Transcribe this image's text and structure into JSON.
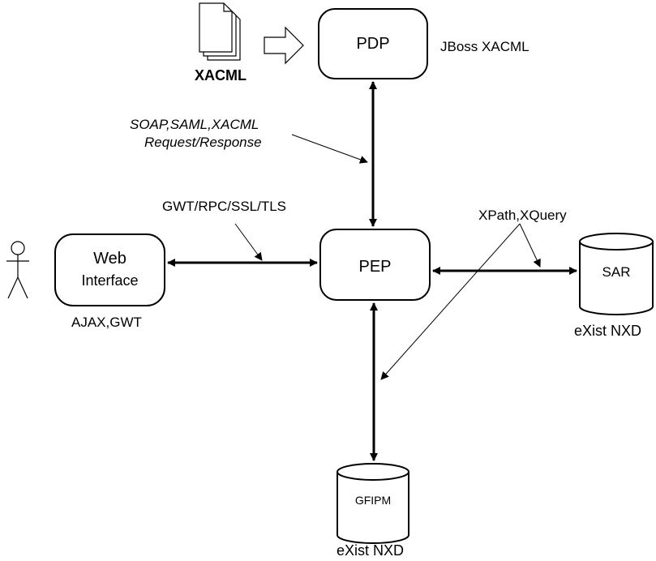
{
  "diagram": {
    "nodes": {
      "pdp": {
        "label": "PDP",
        "caption": "JBoss XACML"
      },
      "pep": {
        "label": "PEP"
      },
      "web": {
        "label_line1": "Web",
        "label_line2": "Interface",
        "caption": "AJAX,GWT"
      },
      "sar": {
        "label": "SAR",
        "caption": "eXist NXD"
      },
      "gfipm": {
        "label": "GFIPM",
        "caption": "eXist NXD"
      },
      "xacml_docs": {
        "caption": "XACML"
      }
    },
    "edges": {
      "pdp_pep": {
        "label_line1": "SOAP,SAML,XACML",
        "label_line2": "Request/Response"
      },
      "web_pep": {
        "label": "GWT/RPC/SSL/TLS"
      },
      "pep_db": {
        "label": "XPath,XQuery"
      }
    }
  }
}
